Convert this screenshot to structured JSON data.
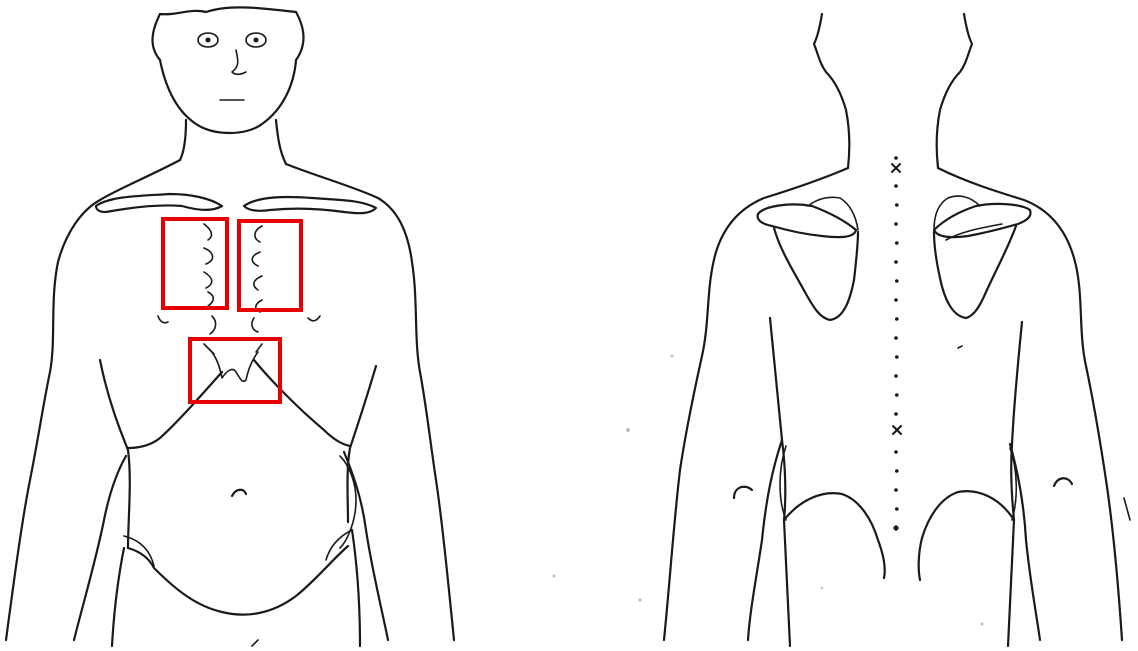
{
  "figure": {
    "views": [
      "anterior",
      "posterior"
    ],
    "highlight_color": "#e60000",
    "ink_color": "#1a1a1a",
    "highlight_regions": [
      {
        "id": "left-parasternal",
        "description": ""
      },
      {
        "id": "right-parasternal",
        "description": ""
      },
      {
        "id": "xiphoid",
        "description": ""
      }
    ],
    "spine_dot_count": 19,
    "spine_cross_marks": 2
  }
}
